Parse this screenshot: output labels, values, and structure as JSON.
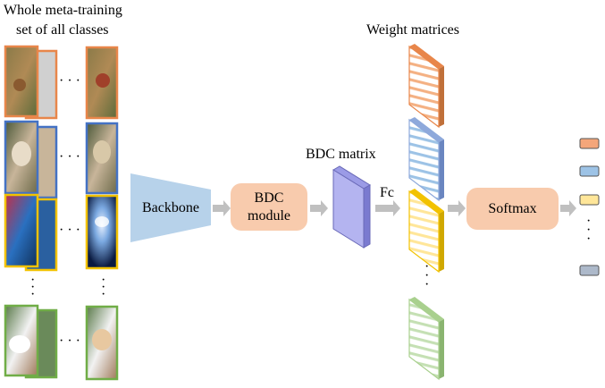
{
  "title_line1": "Whole meta-training",
  "title_line2": "set of all classes",
  "weights_title": "Weight matrices",
  "bdc_matrix_label": "BDC matrix",
  "backbone_label": "Backbone",
  "bdc_module_line1": "BDC",
  "bdc_module_line2": "module",
  "fc_label": "Fc",
  "softmax_label": "Softmax",
  "colors": {
    "orange": "#e8864a",
    "blue": "#4472c4",
    "yellow": "#f2c200",
    "green": "#70ad47",
    "gray": "#7f7f7f",
    "backbone": "#b7d2ea",
    "module_fill": "#f8cbad",
    "matrix_fill": "#b4b4f0",
    "arrow": "#c0c0c0"
  },
  "output_colors": [
    "#f4a67a",
    "#9dc3e6",
    "#ffe699",
    "#adb9ca"
  ]
}
